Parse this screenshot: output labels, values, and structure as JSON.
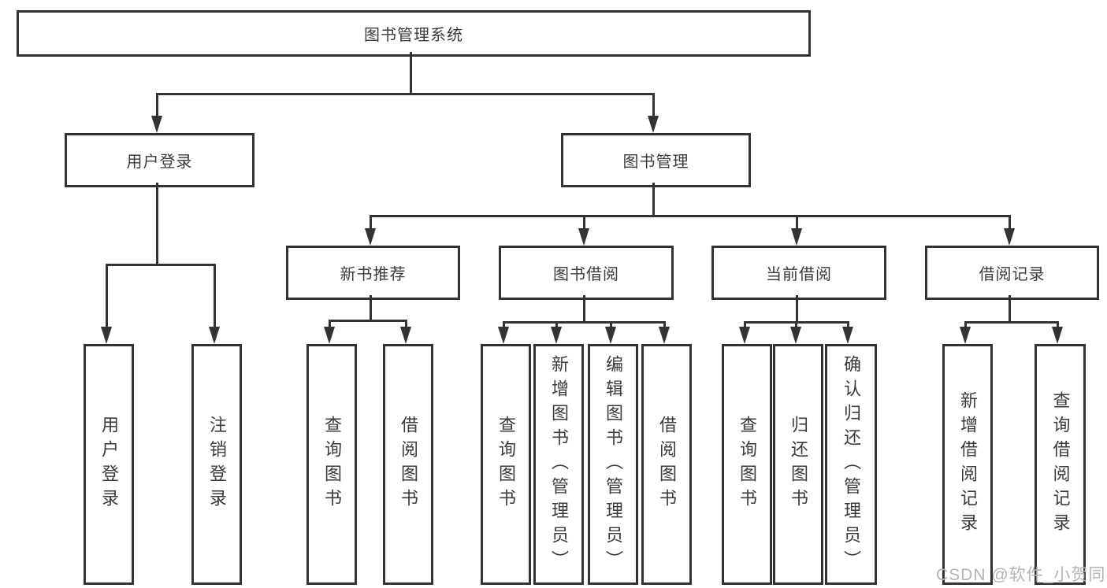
{
  "tree": {
    "root": {
      "label": "图书管理系统"
    },
    "level1": [
      {
        "label": "用户登录"
      },
      {
        "label": "图书管理"
      }
    ],
    "level2": [
      {
        "label": "新书推荐"
      },
      {
        "label": "图书借阅"
      },
      {
        "label": "当前借阅"
      },
      {
        "label": "借阅记录"
      }
    ],
    "leaves": {
      "user_login": [
        "用户登录",
        "注销登录"
      ],
      "new_books": [
        "查询图书",
        "借阅图书"
      ],
      "book_borrow": [
        "查询图书",
        "新增图书（管理员）",
        "编辑图书（管理员）",
        "借阅图书"
      ],
      "current_borrow": [
        "查询图书",
        "归还图书",
        "确认归还（管理员）"
      ],
      "borrow_records": [
        "新增借阅记录",
        "查询借阅记录"
      ]
    }
  },
  "watermark": {
    "text": "CSDN @软件_小贺同学",
    "color": "#b4b4b4"
  },
  "colors": {
    "line": "#333333",
    "box_background": "#ffffff",
    "text": "#3a3a3a",
    "page_background": "#ffffff"
  }
}
